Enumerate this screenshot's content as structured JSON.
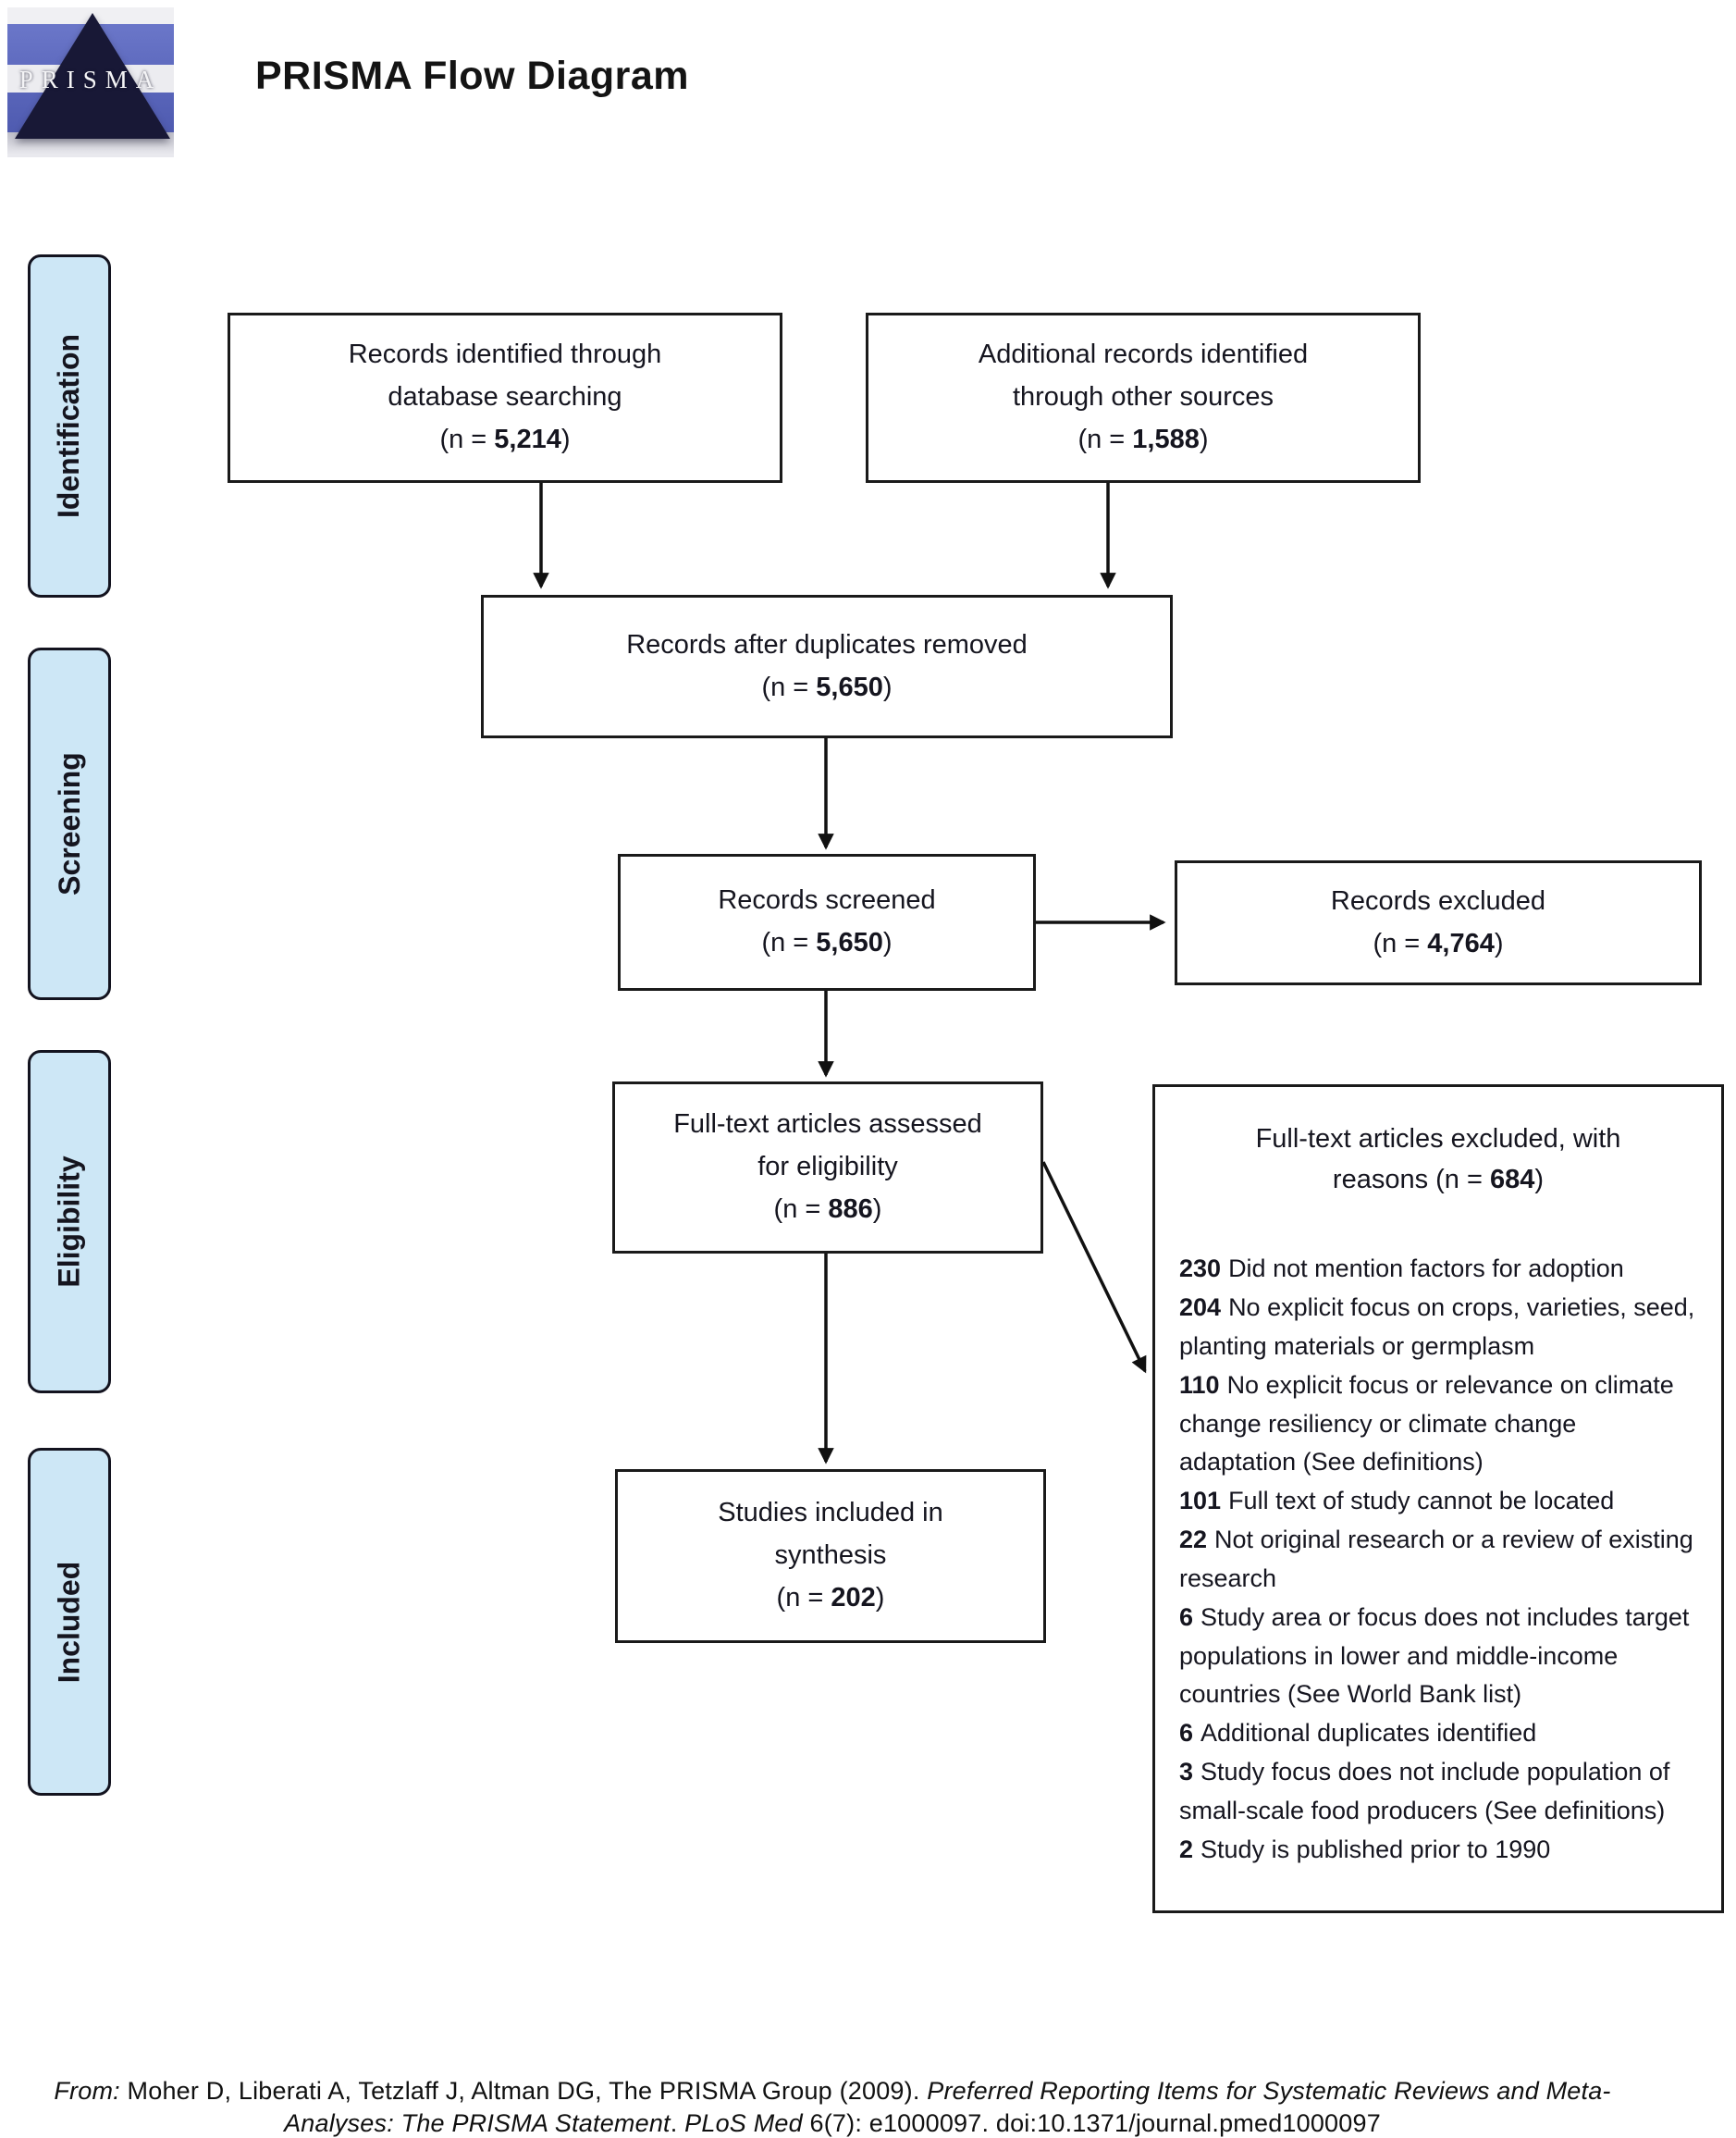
{
  "common": {
    "n_prefix": "(n = ",
    "n_suffix": ")"
  },
  "header": {
    "title": "PRISMA Flow Diagram",
    "logo_text": "PRISMA"
  },
  "phases": [
    {
      "label": "Identification"
    },
    {
      "label": "Screening"
    },
    {
      "label": "Eligibility"
    },
    {
      "label": "Included"
    }
  ],
  "boxes": {
    "identified": {
      "lines": [
        "Records identified through",
        "database searching"
      ],
      "count": "5,214"
    },
    "additional": {
      "lines": [
        "Additional records identified",
        "through other sources"
      ],
      "count": "1,588"
    },
    "duplicates_removed": {
      "lines": [
        "Records after duplicates removed"
      ],
      "count": "5,650"
    },
    "screened": {
      "lines": [
        "Records screened"
      ],
      "count": "5,650"
    },
    "excluded": {
      "lines": [
        "Records excluded"
      ],
      "count": "4,764"
    },
    "fulltext_assessed": {
      "lines": [
        "Full-text articles assessed",
        "for eligibility"
      ],
      "count": "886"
    },
    "included_synthesis": {
      "lines": [
        "Studies included in",
        "synthesis"
      ],
      "count": "202"
    }
  },
  "exclusion_box": {
    "header_line1": "Full-text articles excluded, with",
    "header_line2_prefix": "reasons (n = ",
    "count": "684",
    "items": [
      {
        "count": "230",
        "text": "Did not mention factors for adoption"
      },
      {
        "count": "204",
        "text": "No explicit focus on crops, varieties, seed, planting materials or germplasm"
      },
      {
        "count": "110",
        "text": "No explicit focus or relevance on climate change resiliency or climate change adaptation (See definitions)"
      },
      {
        "count": "101",
        "text": "Full text of study cannot be located"
      },
      {
        "count": "22",
        "text": "Not original research or a review of existing research"
      },
      {
        "count": "6",
        "text": "Study area or focus does not includes target populations in lower and middle-income countries (See World Bank list)"
      },
      {
        "count": "6",
        "text": "Additional duplicates identified"
      },
      {
        "count": "3",
        "text": "Study focus does not include population of small-scale food producers (See definitions)"
      },
      {
        "count": "2",
        "text": "Study is published prior to 1990"
      }
    ]
  },
  "citation": {
    "segments": [
      {
        "text": "From:",
        "italic": true
      },
      {
        "text": " Moher D, Liberati A, Tetzlaff J, Altman DG, The PRISMA Group (2009). ",
        "italic": false
      },
      {
        "text": "Preferred Reporting Items for Systematic Reviews and Meta-",
        "italic": true
      },
      {
        "text": "Analyses: The PRISMA Statement",
        "italic": true
      },
      {
        "text": ". ",
        "italic": false
      },
      {
        "text": "PLoS Med",
        "italic": true
      },
      {
        "text": " 6(7): e1000097. doi:10.1371/journal.pmed1000097",
        "italic": false
      }
    ]
  },
  "colors": {
    "phase_fill": "#cde7f6",
    "phase_border": "#13131f",
    "box_border": "#1a1a1a",
    "arrow": "#111111",
    "logo_blue": "#5a66bb",
    "logo_pyramid": "#181836"
  }
}
